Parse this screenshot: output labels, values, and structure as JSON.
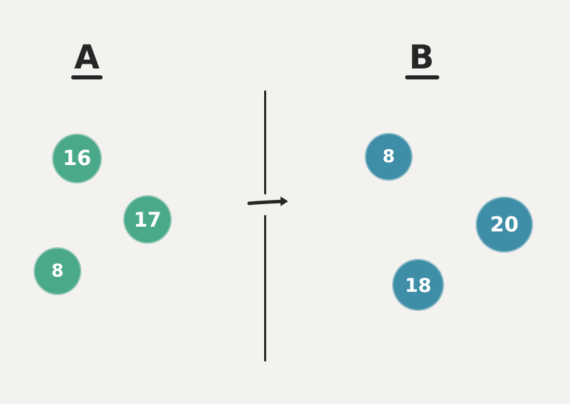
{
  "groups": {
    "a": {
      "label": "A",
      "color": "#4aa98a",
      "nodes": [
        "16",
        "17",
        "8"
      ]
    },
    "b": {
      "label": "B",
      "color": "#3e8ea8",
      "nodes": [
        "8",
        "20",
        "18"
      ]
    }
  },
  "divider_color": "#262626",
  "arrow_icon": "arrow-right-icon"
}
